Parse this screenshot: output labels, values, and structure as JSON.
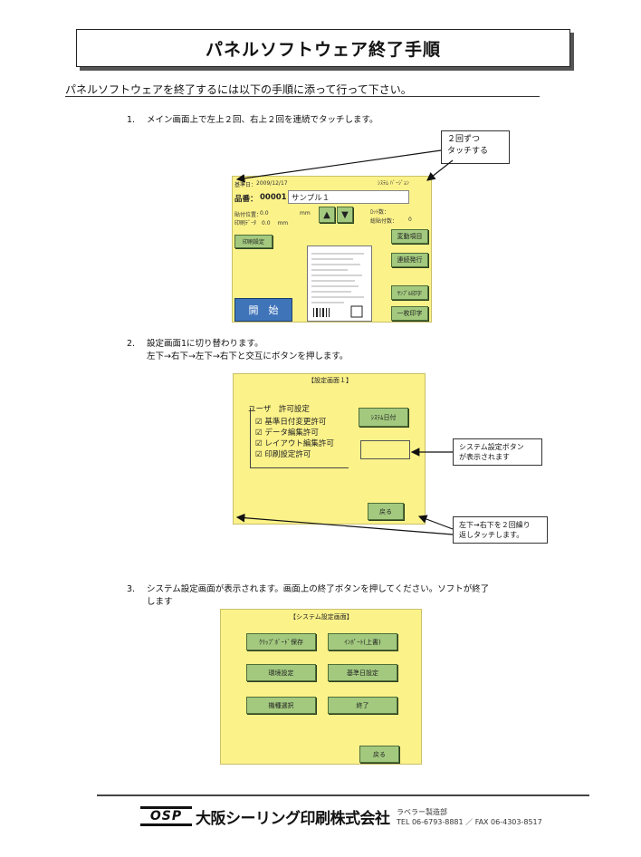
{
  "page": {
    "title": "パネルソフトウェア終了手順",
    "intro": "パネルソフトウェアを終了するには以下の手順に添って行って下さい。"
  },
  "step1": {
    "num": "1.",
    "text": "メイン画面上で左上２回、右上２回を連続でタッチします。",
    "callout_line1": "２回ずつ",
    "callout_line2": "タッチする",
    "screen": {
      "date_label": "基準日：",
      "date_value": "2009/12/17",
      "top_right": "ｼｽﾃﾑ ﾊﾞｰｼﾞｮﾝ",
      "item_label": "品番：",
      "item_code": "00001",
      "item_name": "サンプル１",
      "pos_label": "貼付位置：",
      "pos_value": "0.0",
      "pos_unit": "mm",
      "sub_line": "印刷ﾃﾞｰﾀ　0.0　 mm",
      "count_label1": "ﾛｯﾄ数：",
      "count_label2": "総貼付数：",
      "count_value": "0",
      "print_setting": "印刷設定",
      "btn_change": "変動項目",
      "btn_continuous": "連続発行",
      "btn_sample": "ｻﾝﾌﾟﾙ印字",
      "btn_single": "一枚印字",
      "btn_start": "開　始"
    }
  },
  "step2": {
    "num": "2.",
    "text_line1": "設定画面1に切り替わります。",
    "text_line2": "左下→右下→左下→右下と交互にボタンを押します。",
    "screen": {
      "header": "【設定画面１】",
      "group_title": "ユーザ　許可設定",
      "checks": [
        "基準日付変更許可",
        "データ編集許可",
        "レイアウト編集許可",
        "印刷設定許可"
      ],
      "btn_date": "ｼｽﾃﾑ日付",
      "btn_back": "戻る"
    },
    "callout1_line1": "システム設定ボタン",
    "callout1_line2": "が表示されます",
    "callout2_line1": "左下→右下を２回繰り",
    "callout2_line2": "返しタッチします。"
  },
  "step3": {
    "num": "3.",
    "text_line1": "システム設定画面が表示されます。画面上の終了ボタンを押してください。ソフトが終了",
    "text_line2": "します",
    "screen": {
      "header": "【システム設定画面】",
      "buttons": [
        "ｸﾘｯﾌﾟﾎﾞｰﾄﾞ保存",
        "ｲﾝﾎﾟｰﾄ(上書)",
        "環境設定",
        "基準日設定",
        "機種選択",
        "終了"
      ],
      "btn_back": "戻る"
    }
  },
  "footer": {
    "logo": "OSP",
    "company": "大阪シーリング印刷株式会社",
    "dept": "ラベラー製造部",
    "contact": "TEL 06-6793-8881 ／ FAX 06-4303-8517"
  }
}
